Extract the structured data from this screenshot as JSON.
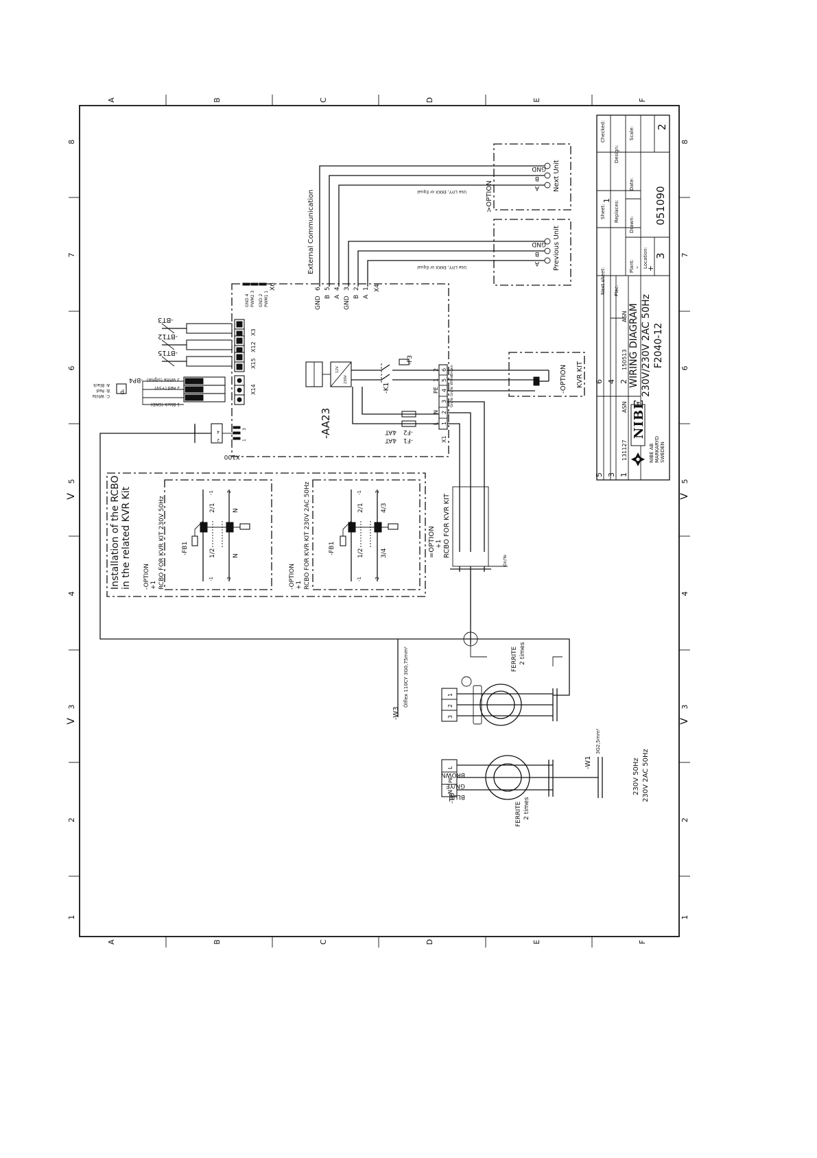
{
  "grid": {
    "letters": [
      "A",
      "B",
      "C",
      "D",
      "E",
      "F"
    ],
    "numbers": [
      "8",
      "7",
      "6",
      "5",
      "4",
      "3",
      "2",
      "1"
    ],
    "arrow_marks": [
      "V",
      "V"
    ]
  },
  "title_block": {
    "checked_label": "Checked:",
    "design_label": "Design:",
    "scale_label": "Scale:",
    "scale_value": "2",
    "sheet_label": "Sheet:",
    "sheet_value": "1",
    "replaces_label": "Replaces:",
    "date_label": "Date:",
    "drawing_number": "051090",
    "next_sheet_label": "Next sheet:",
    "plac_label": "Plac:",
    "plant_label": "Plant:",
    "plant_value": "-",
    "drawn_label": "Drawn:",
    "location_label": "Location:",
    "location_value": "+",
    "drawn_value": "3",
    "title_line1": "WIRING DIAGRAM",
    "title_line2": "230V/230V 2AC 50Hz",
    "title_line3": "F2040-12",
    "revisions": [
      {
        "rev": "6",
        "note": "",
        "by": ""
      },
      {
        "rev": "4",
        "note": "",
        "by": ""
      },
      {
        "rev": "2",
        "note": "150513",
        "by": "ASN"
      },
      {
        "rev": "5",
        "note": "",
        "by": ""
      },
      {
        "rev": "3",
        "note": "",
        "by": ""
      },
      {
        "rev": "1",
        "note": "131127",
        "by": "ASN"
      }
    ],
    "company_logo": "NIBE",
    "company_line1": "NIBE AB",
    "company_line2": "MARKARYD",
    "company_line3": "SWEDEN"
  },
  "communication": {
    "external_label": "External Communication",
    "next_unit_label": "Next Unit",
    "previous_unit_label": "Previous Unit",
    "option_label": ">OPTION",
    "cable_note": "Use LiYY, EKKX or Equal",
    "gnd": "GND",
    "a": "A",
    "b": "B",
    "x4_label": "X4",
    "x4_terminals": [
      "6",
      "5",
      "4",
      "3",
      "2",
      "1"
    ],
    "x4_signals": [
      "GND",
      "B",
      "A",
      "GND",
      "B",
      "A"
    ]
  },
  "board": {
    "label": "-AA23",
    "x6_label": "X6",
    "x6_pins": [
      "GND 4",
      "PWM2 3",
      "GND 2",
      "PWM1 1"
    ],
    "sensors": [
      {
        "name": "-BT3",
        "connector": "X3"
      },
      {
        "name": "-BT12",
        "connector": "X12"
      },
      {
        "name": "-BT15",
        "connector": "X15"
      }
    ],
    "x14_label": "X14",
    "pressure_sensor": "-BP4",
    "pressure_colors": [
      "A: Black",
      "B: Red",
      "C: White"
    ],
    "pressure_wires": [
      "3 White (Signal)",
      "2 Red (+5V)",
      "1 Black (GND)"
    ],
    "x100_label": "X100",
    "x100_pins": [
      "4",
      "3",
      "2",
      "1"
    ],
    "relay": "-K1",
    "fuse_f1": "-F1",
    "fuse_f2": "-F2",
    "fuse_f3": "-F3",
    "fuse_rating": "4AT",
    "x1_label": "X1",
    "x1_terminals": [
      "6",
      "5",
      "4",
      "3",
      "2",
      "1"
    ],
    "x1_signals": [
      "2",
      "1",
      "PE",
      "",
      "N",
      "L"
    ],
    "x1_wires": [
      "Brown",
      "White",
      "Gn/Ye",
      "Gn/Ye",
      "",
      ""
    ],
    "psu_in": "230V",
    "psu_out": "12V"
  },
  "rcbo": {
    "install_line1": "Installation of the RCBO",
    "install_line2": "in the related KVR Kit",
    "kit1_option": "-OPTION",
    "kit1_plus": "+1",
    "kit1_title": "RCBO FOR KVR KIT 230V 50Hz",
    "kit2_option": "-OPTION",
    "kit2_plus": "+1",
    "kit2_title": "RCBO FOR KVR KIT 230V 2AC 50Hz",
    "breaker": "-FB1",
    "kit1_terms": [
      "1/2",
      "N",
      "2/1"
    ],
    "kit2_terms": [
      "1/2",
      "3/4",
      "4/3",
      "2/1"
    ],
    "pole_top": [
      "-1",
      "-2"
    ],
    "pole_bottom": [
      "-1",
      "-2"
    ],
    "placeholder_option": "=OPTION",
    "placeholder_plus": "+1",
    "placeholder_title": "RCBO FOR KVR KIT",
    "gnye": "Gn/Ye"
  },
  "kvr": {
    "option": "-OPTION",
    "title": "KVR KIT"
  },
  "supply": {
    "w3_label": "-W3",
    "w3_cable": "Ölflex 110CY 3G0,75mm²",
    "w1_label": "-W1",
    "w1_cable": "3G2,5mm²",
    "ferrite1_line1": "FERRITE",
    "ferrite1_line2": "2 times",
    "ferrite2_line1": "FERRITE",
    "ferrite2_line2": "2 times",
    "tb_label": "-TB",
    "tb_terminals": [
      "L",
      "PE",
      "N"
    ],
    "tb_wires": [
      "BROWN",
      "GN/YE",
      "BLUE"
    ],
    "terminal_block_w3": [
      "1",
      "2",
      "3"
    ],
    "supply_line1": "230V 50Hz",
    "supply_line2": "230V 2AC 50Hz"
  }
}
